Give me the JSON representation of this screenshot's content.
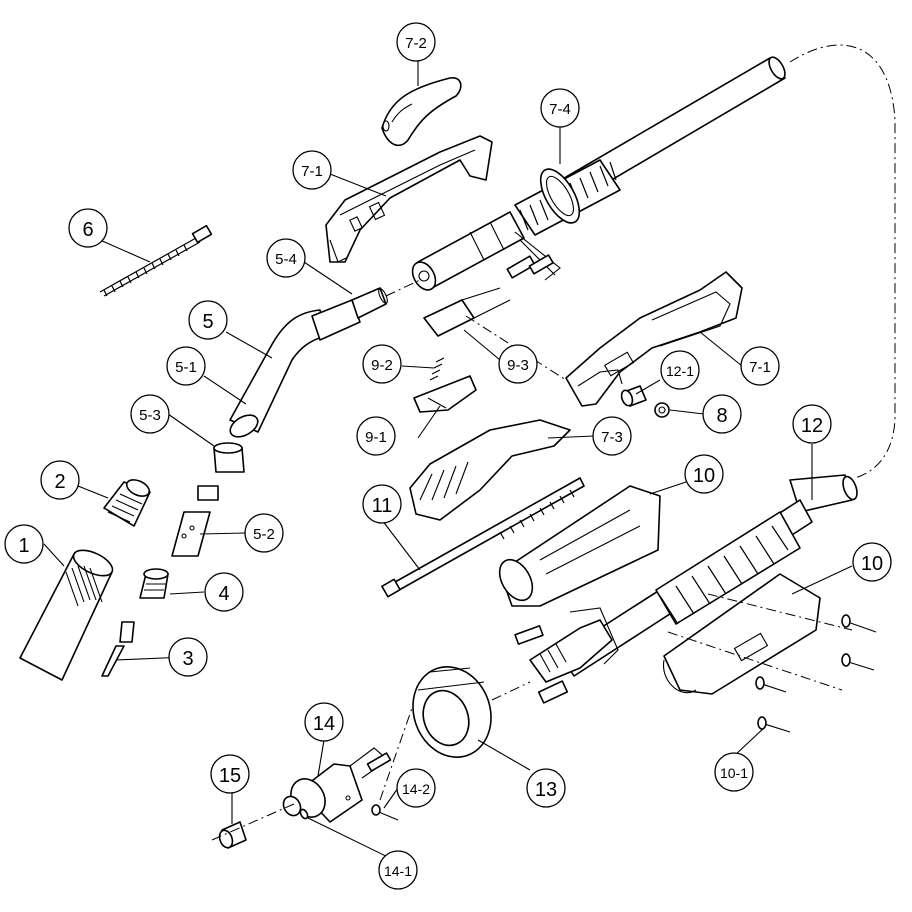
{
  "diagram": {
    "callouts": [
      {
        "id": "c1",
        "label": "1"
      },
      {
        "id": "c2",
        "label": "2"
      },
      {
        "id": "c3",
        "label": "3"
      },
      {
        "id": "c4",
        "label": "4"
      },
      {
        "id": "c5",
        "label": "5"
      },
      {
        "id": "c5-1",
        "label": "5-1"
      },
      {
        "id": "c5-2",
        "label": "5-2"
      },
      {
        "id": "c5-3",
        "label": "5-3"
      },
      {
        "id": "c5-4",
        "label": "5-4"
      },
      {
        "id": "c6",
        "label": "6"
      },
      {
        "id": "c7-1a",
        "label": "7-1"
      },
      {
        "id": "c7-1b",
        "label": "7-1"
      },
      {
        "id": "c7-2",
        "label": "7-2"
      },
      {
        "id": "c7-3",
        "label": "7-3"
      },
      {
        "id": "c7-4",
        "label": "7-4"
      },
      {
        "id": "c8",
        "label": "8"
      },
      {
        "id": "c9-1",
        "label": "9-1"
      },
      {
        "id": "c9-2",
        "label": "9-2"
      },
      {
        "id": "c9-3",
        "label": "9-3"
      },
      {
        "id": "c10a",
        "label": "10"
      },
      {
        "id": "c10b",
        "label": "10"
      },
      {
        "id": "c10-1",
        "label": "10-1"
      },
      {
        "id": "c11",
        "label": "11"
      },
      {
        "id": "c12",
        "label": "12"
      },
      {
        "id": "c12-1",
        "label": "12-1"
      },
      {
        "id": "c13",
        "label": "13"
      },
      {
        "id": "c14",
        "label": "14"
      },
      {
        "id": "c14-1",
        "label": "14-1"
      },
      {
        "id": "c14-2",
        "label": "14-2"
      },
      {
        "id": "c15",
        "label": "15"
      }
    ]
  }
}
